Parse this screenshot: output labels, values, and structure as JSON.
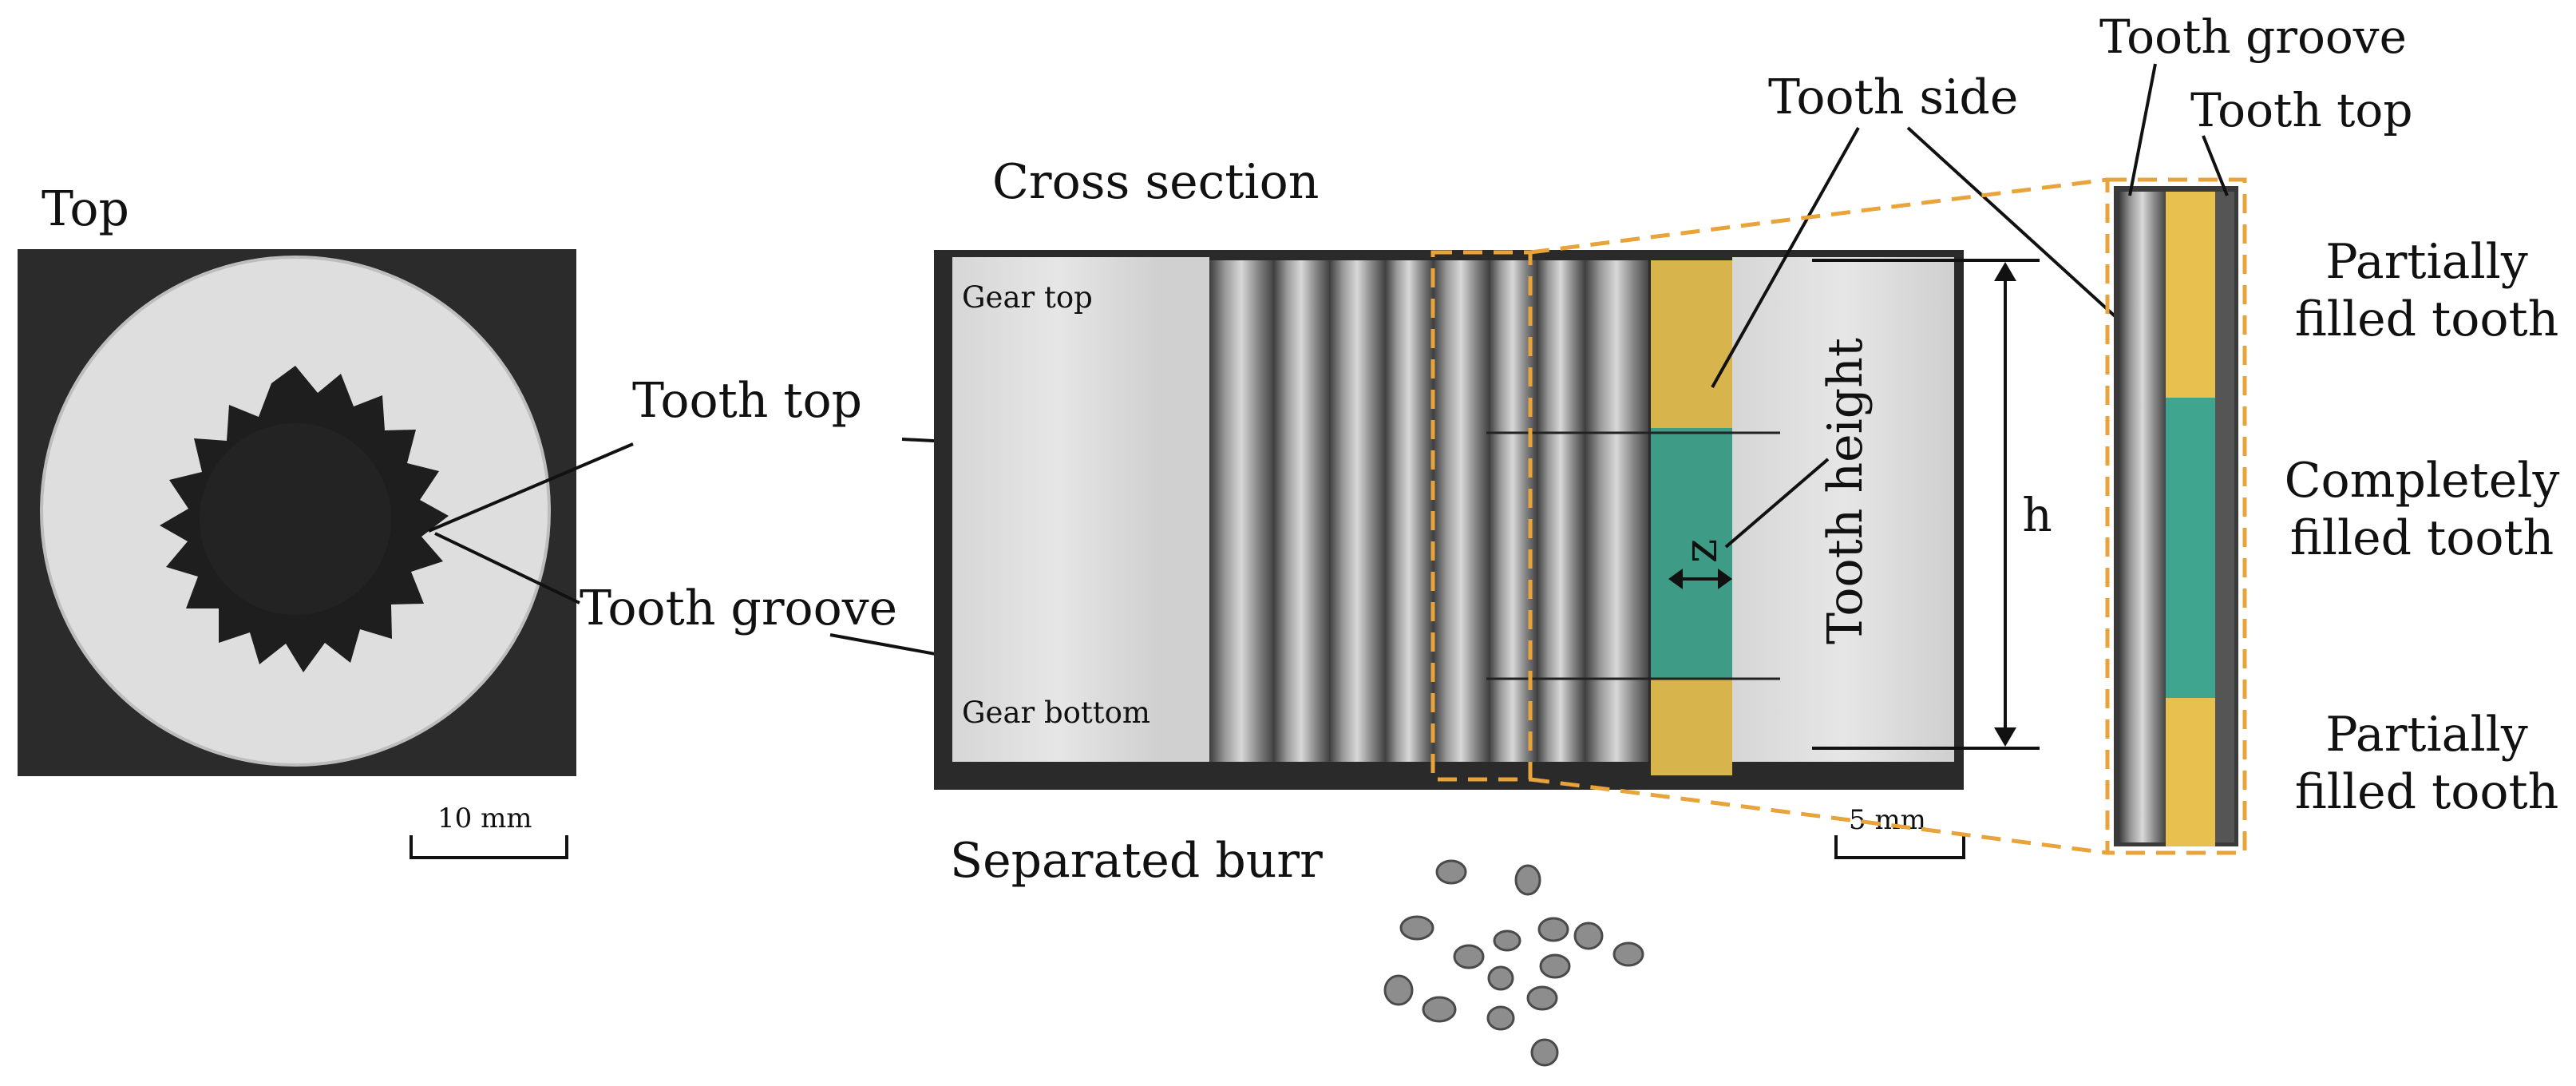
{
  "figure": {
    "panel_top": {
      "title": "Top",
      "scale_bar": "10 mm",
      "callouts": {
        "tooth_top": "Tooth top",
        "tooth_groove": "Tooth groove"
      }
    },
    "panel_cross_section": {
      "title": "Cross section",
      "gear_top": "Gear top",
      "gear_bottom": "Gear bottom",
      "tooth_side": "Tooth side",
      "tooth_height": "Tooth height",
      "z_label": "z",
      "h_label": "h",
      "scale_bar": "5 mm"
    },
    "panel_burr": {
      "title": "Separated burr"
    },
    "panel_detail": {
      "tooth_groove": "Tooth groove",
      "tooth_top": "Tooth top",
      "partial_top_line1": "Partially",
      "partial_top_line2": "filled tooth",
      "complete_line1": "Completely",
      "complete_line2": "filled tooth",
      "partial_bottom_line1": "Partially",
      "partial_bottom_line2": "filled tooth"
    },
    "colors": {
      "partial_fill": "#e7c04f",
      "complete_fill": "#3fa58e",
      "highlight_dash": "#e8a33a",
      "photo_dark": "#2a2a2a",
      "metal_light": "#dcdcdc"
    }
  }
}
